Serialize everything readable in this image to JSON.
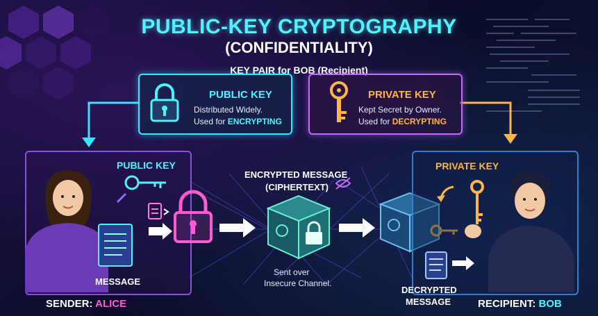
{
  "title": "PUBLIC-KEY CRYPTOGRAPHY",
  "subtitle": "(CONFIDENTIALITY)",
  "key_pair_label": "KEY PAIR for BOB (Recipient)",
  "public_key_box": {
    "heading": "PUBLIC KEY",
    "line1": "Distributed Widely.",
    "line2_prefix": "Used for ",
    "line2_highlight": "ENCRYPTING"
  },
  "private_key_box": {
    "heading": "PRIVATE KEY",
    "line1": "Kept Secret by Owner.",
    "line2_prefix": "Used for ",
    "line2_highlight": "DECRYPTING"
  },
  "sender": {
    "key_label": "PUBLIC KEY",
    "message_label": "MESSAGE",
    "caption_prefix": "SENDER: ",
    "caption_name": "ALICE"
  },
  "middle": {
    "encrypted_line1": "ENCRYPTED MESSAGE",
    "encrypted_line2": "(CIPHERTEXT)",
    "channel_line1": "Sent over",
    "channel_line2": "Insecure Channel."
  },
  "recipient": {
    "key_label": "PRIVATE KEY",
    "decrypted_line1": "DECRYPTED",
    "decrypted_line2": "MESSAGE",
    "caption_prefix": "RECIPIENT: ",
    "caption_name": "BOB"
  },
  "colors": {
    "cyan": "#4ff3ff",
    "magenta": "#ff5ad1",
    "gold": "#ffb547",
    "purple": "#c26bff"
  }
}
